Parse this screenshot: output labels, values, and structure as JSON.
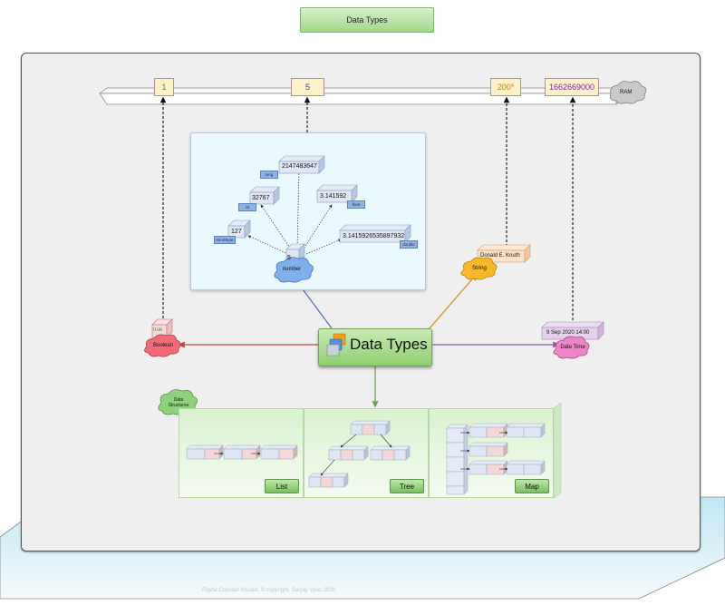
{
  "title": "Data Types",
  "center": {
    "label": "Data Types"
  },
  "memory": {
    "cells": [
      "1",
      "5",
      "200*",
      "1662669000"
    ],
    "label": "RAM",
    "colors": {
      "cell1": "#2e9e2e",
      "cell2": "#2244aa",
      "cell3": "#d98000",
      "cell4": "#8a1fb5"
    }
  },
  "number_group": {
    "cloud": "number",
    "root_value": "5",
    "items": [
      {
        "value": "2147483647",
        "tag": "long"
      },
      {
        "value": "32767",
        "tag": "int"
      },
      {
        "value": "127",
        "tag": "shortByte"
      },
      {
        "value": "3.141592",
        "tag": "float"
      },
      {
        "value": "3.1415926535897932",
        "tag": "double"
      }
    ]
  },
  "string_node": {
    "cloud": "String",
    "value": "Donald E. Knuth"
  },
  "boolean_node": {
    "cloud": "Boolean",
    "value": "true"
  },
  "datetime_node": {
    "cloud": "Date Time",
    "value": "9 Sep 2020 14:00"
  },
  "structures": {
    "cloud_line1": "Data",
    "cloud_line2": "Structures",
    "list_label": "List",
    "tree_label": "Tree",
    "map_label": "Map"
  },
  "footer": "Digital Concept Visuals. © copyright, Sanjay Vyas 2020"
}
